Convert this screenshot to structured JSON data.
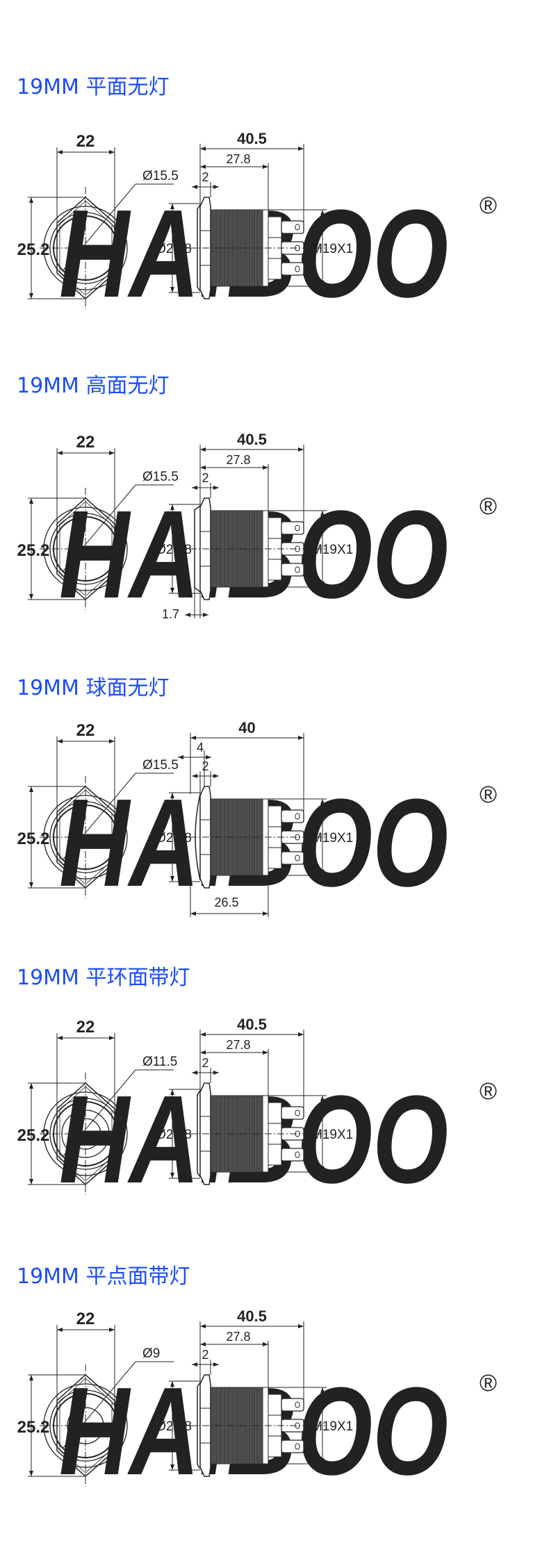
{
  "watermark": {
    "text": "HAIBOO",
    "mark": "®"
  },
  "colors": {
    "title": "#1a4dff",
    "line": "#222222",
    "watermark": "#e6e6e6"
  },
  "sections": [
    {
      "title": "19MM 平面无灯",
      "front": {
        "width": "22",
        "height": "25.2",
        "face_dia": "Ø15.5"
      },
      "side": {
        "total": "40.5",
        "thread_len": "27.8",
        "flange": "2",
        "body_dia": "Ø21.8",
        "thread": "M19X1"
      },
      "style": "flat"
    },
    {
      "title": "19MM 高面无灯",
      "front": {
        "width": "22",
        "height": "25.2",
        "face_dia": "Ø15.5"
      },
      "side": {
        "total": "40.5",
        "thread_len": "27.8",
        "flange": "2",
        "body_dia": "Ø21.8",
        "thread": "M19X1",
        "head": "1.7"
      },
      "style": "high"
    },
    {
      "title": "19MM 球面无灯",
      "front": {
        "width": "22",
        "height": "25.2",
        "face_dia": "Ø15.5"
      },
      "side": {
        "total": "40",
        "dome": "4",
        "flange": "2",
        "body_dia": "Ø21.8",
        "thread": "M19X1",
        "bottom": "26.5"
      },
      "style": "dome"
    },
    {
      "title": "19MM 平环面带灯",
      "front": {
        "width": "22",
        "height": "25.2",
        "face_dia": "Ø11.5"
      },
      "side": {
        "total": "40.5",
        "thread_len": "27.8",
        "flange": "2",
        "body_dia": "Ø21.8",
        "thread": "M19X1"
      },
      "style": "ring"
    },
    {
      "title": "19MM 平点面带灯",
      "front": {
        "width": "22",
        "height": "25.2",
        "face_dia": "Ø9"
      },
      "side": {
        "total": "40.5",
        "thread_len": "27.8",
        "flange": "2",
        "body_dia": "Ø21.8",
        "thread": "M19X1"
      },
      "style": "dot"
    }
  ]
}
